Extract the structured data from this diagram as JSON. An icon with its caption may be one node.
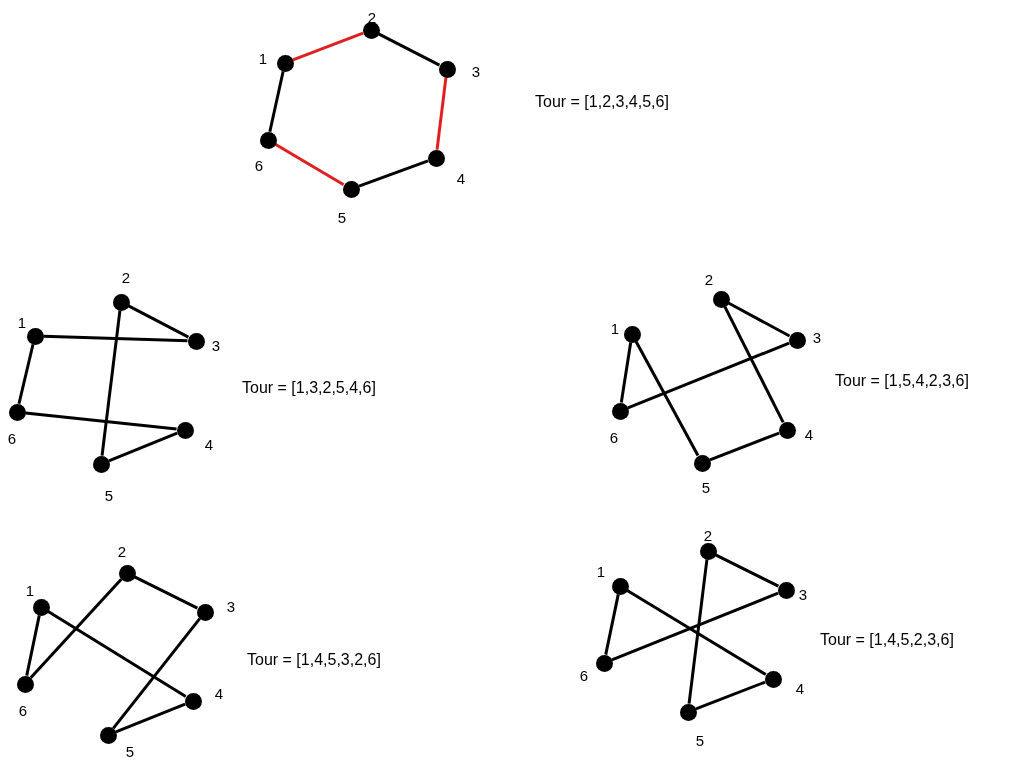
{
  "diagram": {
    "nodes": [
      {
        "text": [],
        "shape": "circle",
        "beside": [
          "1"
        ]
      },
      {
        "text": [],
        "shape": "circle",
        "beside": [
          "2"
        ]
      },
      {
        "text": [],
        "shape": "circle",
        "beside": [
          "3"
        ]
      },
      {
        "text": [],
        "shape": "circle",
        "beside": [
          "4"
        ]
      },
      {
        "text": [],
        "shape": "circle",
        "beside": [
          "5"
        ]
      },
      {
        "text": [],
        "shape": "circle",
        "beside": [
          "6"
        ]
      },
      {
        "text": [],
        "shape": "circle",
        "beside": [
          "1"
        ]
      },
      {
        "text": [],
        "shape": "circle",
        "beside": [
          "2"
        ]
      },
      {
        "text": [],
        "shape": "circle",
        "beside": [
          "3"
        ]
      },
      {
        "text": [],
        "shape": "circle",
        "beside": [
          "4"
        ]
      },
      {
        "text": [],
        "shape": "circle",
        "beside": [
          "5"
        ]
      },
      {
        "text": [],
        "shape": "circle",
        "beside": [
          "6"
        ]
      },
      {
        "text": [],
        "shape": "circle",
        "beside": [
          "1"
        ]
      },
      {
        "text": [],
        "shape": "circle",
        "beside": [
          "2"
        ]
      },
      {
        "text": [],
        "shape": "circle",
        "beside": [
          "3"
        ]
      },
      {
        "text": [],
        "shape": "circle",
        "beside": [
          "4"
        ]
      },
      {
        "text": [],
        "shape": "circle",
        "beside": [
          "5"
        ]
      },
      {
        "text": [],
        "shape": "circle",
        "beside": [
          "6"
        ]
      },
      {
        "text": [],
        "shape": "circle",
        "beside": [
          "1"
        ]
      },
      {
        "text": [],
        "shape": "circle",
        "beside": [
          "2"
        ]
      },
      {
        "text": [],
        "shape": "circle",
        "beside": [
          "3"
        ]
      },
      {
        "text": [],
        "shape": "circle",
        "beside": [
          "4"
        ]
      },
      {
        "text": [],
        "shape": "circle",
        "beside": [
          "5"
        ]
      },
      {
        "text": [],
        "shape": "circle",
        "beside": [
          "6"
        ]
      },
      {
        "text": [],
        "shape": "circle",
        "beside": [
          "1"
        ]
      },
      {
        "text": [],
        "shape": "circle",
        "beside": [
          "2"
        ]
      },
      {
        "text": [],
        "shape": "circle",
        "beside": [
          "3"
        ]
      },
      {
        "text": [],
        "shape": "circle",
        "beside": [
          "4"
        ]
      },
      {
        "text": [],
        "shape": "circle",
        "beside": [
          "5"
        ]
      },
      {
        "text": [],
        "shape": "circle",
        "beside": [
          "6"
        ]
      }
    ],
    "edges": [
      {
        "from": 0,
        "to": 1,
        "arrow": "none",
        "color": "#e02020"
      },
      {
        "from": 1,
        "to": 2,
        "arrow": "none"
      },
      {
        "from": 2,
        "to": 3,
        "arrow": "none",
        "color": "#e02020"
      },
      {
        "from": 3,
        "to": 4,
        "arrow": "none"
      },
      {
        "from": 4,
        "to": 5,
        "arrow": "none",
        "color": "#e02020"
      },
      {
        "from": 5,
        "to": 0,
        "arrow": "none"
      },
      {
        "from": 6,
        "to": 8,
        "arrow": "none"
      },
      {
        "from": 8,
        "to": 7,
        "arrow": "none"
      },
      {
        "from": 7,
        "to": 10,
        "arrow": "none"
      },
      {
        "from": 10,
        "to": 9,
        "arrow": "none"
      },
      {
        "from": 9,
        "to": 11,
        "arrow": "none"
      },
      {
        "from": 11,
        "to": 6,
        "arrow": "none"
      },
      {
        "from": 12,
        "to": 16,
        "arrow": "none"
      },
      {
        "from": 16,
        "to": 15,
        "arrow": "none"
      },
      {
        "from": 15,
        "to": 13,
        "arrow": "none"
      },
      {
        "from": 13,
        "to": 14,
        "arrow": "none"
      },
      {
        "from": 14,
        "to": 17,
        "arrow": "none"
      },
      {
        "from": 17,
        "to": 12,
        "arrow": "none"
      },
      {
        "from": 18,
        "to": 21,
        "arrow": "none"
      },
      {
        "from": 21,
        "to": 22,
        "arrow": "none"
      },
      {
        "from": 22,
        "to": 20,
        "arrow": "none"
      },
      {
        "from": 20,
        "to": 19,
        "arrow": "none"
      },
      {
        "from": 19,
        "to": 23,
        "arrow": "none"
      },
      {
        "from": 23,
        "to": 18,
        "arrow": "none"
      },
      {
        "from": 24,
        "to": 27,
        "arrow": "none"
      },
      {
        "from": 27,
        "to": 28,
        "arrow": "none"
      },
      {
        "from": 28,
        "to": 25,
        "arrow": "none"
      },
      {
        "from": 25,
        "to": 26,
        "arrow": "none"
      },
      {
        "from": 26,
        "to": 29,
        "arrow": "none"
      },
      {
        "from": 29,
        "to": 24,
        "arrow": "none"
      }
    ],
    "labels": [
      "Tour = [1,2,3,4,5,6]",
      "Tour = [1,3,2,5,4,6]",
      "Tour = [1,5,4,2,3,6]",
      "Tour = [1,4,5,3,2,6]",
      "Tour = [1,4,5,2,3,6]"
    ]
  }
}
